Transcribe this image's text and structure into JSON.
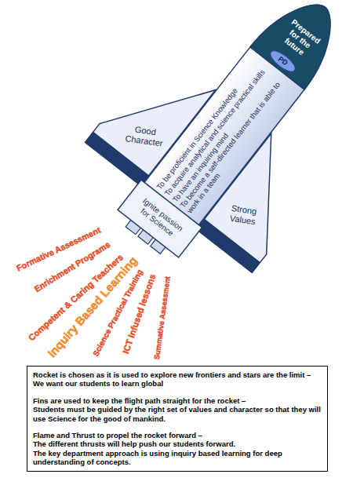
{
  "diagram": {
    "nodes": [
      {
        "text": [
          "To be proficient in Science Knowledge",
          "To acquire analytical and science practical skills",
          "To have an inquiring mind",
          "To become a self-directed learner that is able to work in a team"
        ]
      },
      {
        "text": [
          "Prepared for the future"
        ],
        "in": 0
      },
      {
        "text": [
          "PD"
        ],
        "in": 1
      },
      {
        "text": [
          "Good Character"
        ]
      },
      {
        "text": [
          "Strong Values"
        ]
      },
      {
        "text": [
          "Ignite passion for Science"
        ]
      },
      {
        "text": [
          "Rocket is chosen as it is used to explore new frontiers and stars are the limit –",
          "We want our students to learn global",
          "Fins are used to keep the flight path straight for the rocket –",
          "Students must be guided by the right set of values and character so that they will use Science for the good of mankind.",
          "Flame and Thrust to propel the rocket forward –",
          "The different thrusts will help push our students forward.",
          "The key department approach is using inquiry based learning for deep understanding of concepts."
        ]
      }
    ],
    "labels": [
      "Formative Assessment",
      "Enrichment Programs",
      "Competent & Caring Teachers",
      "Inquiry Based Learning",
      "Science Practical Training",
      "ICT Infused lessons",
      "Summative Assessment"
    ]
  }
}
